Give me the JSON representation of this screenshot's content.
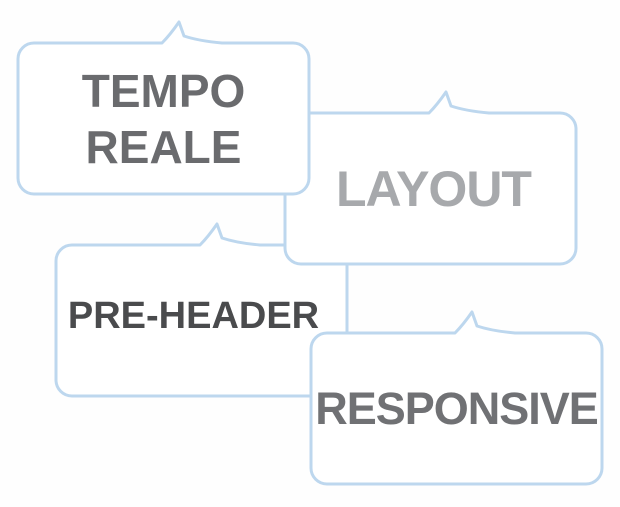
{
  "figure": {
    "background_color": "#fefefe",
    "border_color": "#bdd7ee",
    "bubbles": [
      {
        "id": "tempo-reale",
        "lines": [
          "TEMPO",
          "REALE"
        ],
        "text_color": "#6a6b6e"
      },
      {
        "id": "layout",
        "lines": [
          "LAYOUT"
        ],
        "text_color": "#a7a9ac"
      },
      {
        "id": "pre-header",
        "lines": [
          "PRE-HEADER"
        ],
        "text_color": "#4a4b4d"
      },
      {
        "id": "responsive",
        "lines": [
          "RESPONSIVE"
        ],
        "text_color": "#707174"
      }
    ]
  }
}
